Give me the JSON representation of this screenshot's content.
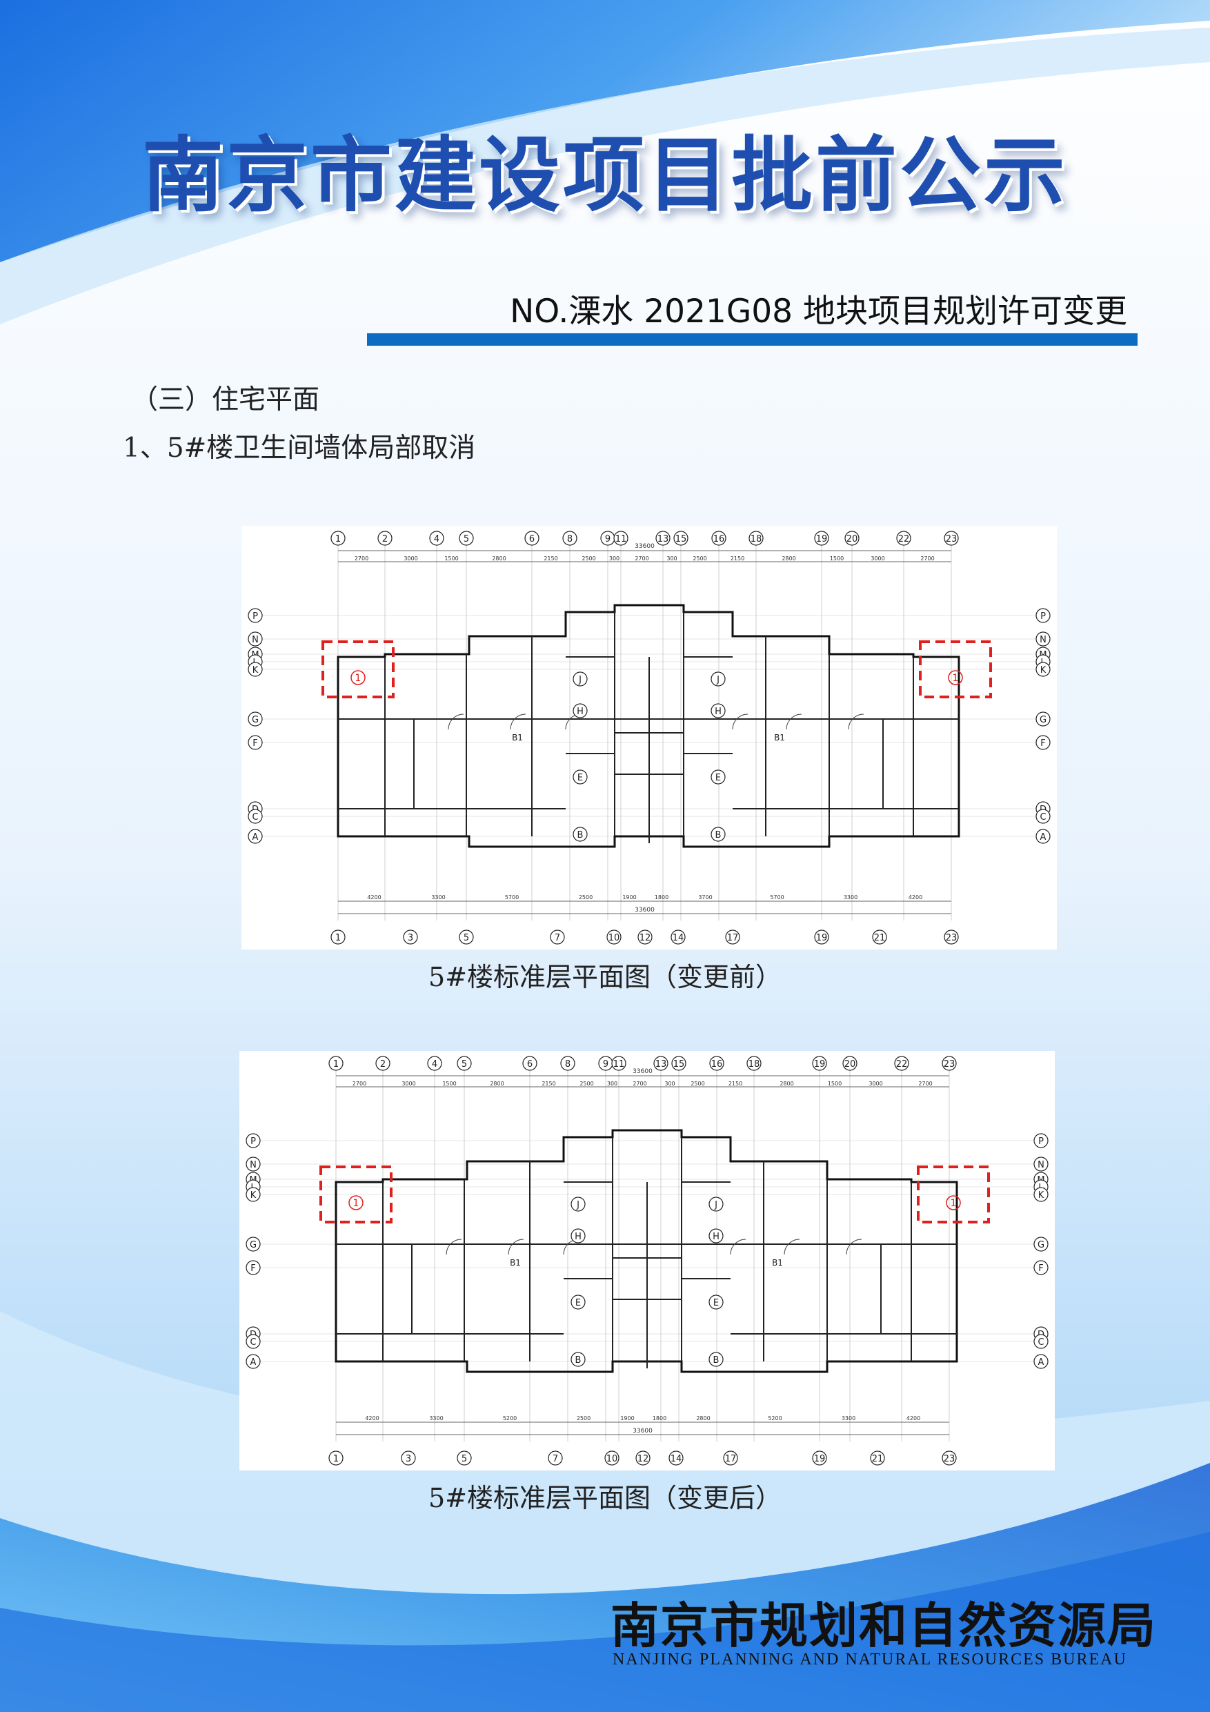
{
  "poster": {
    "title": "南京市建设项目批前公示",
    "project_no": "NO.溧水 2021G08 地块项目规划许可变更",
    "section_heading": "（三）住宅平面",
    "item_heading": "1、5#楼卫生间墙体局部取消",
    "colors": {
      "primary_blue": "#1e4fb0",
      "bar_blue": "#0c6cc4",
      "highlight_red": "#e0201c"
    }
  },
  "drawings": [
    {
      "caption": "5#楼标准层平面图（变更前）",
      "top_axes": [
        "1",
        "2",
        "4",
        "5",
        "6",
        "8",
        "9",
        "11",
        "13",
        "15",
        "16",
        "18",
        "19",
        "20",
        "22",
        "23"
      ],
      "bottom_axes": [
        "1",
        "3",
        "5",
        "7",
        "10",
        "12",
        "14",
        "17",
        "19",
        "21",
        "23"
      ],
      "side_axes": [
        "P",
        "N",
        "M",
        "L",
        "K",
        "G",
        "F",
        "D",
        "C",
        "A"
      ],
      "dims_top": [
        "2700",
        "3000",
        "1500",
        "2800",
        "2150",
        "2500",
        "300",
        "2700",
        "300",
        "2500",
        "2150",
        "2800",
        "1500",
        "3000",
        "2700"
      ],
      "dims_bottom": [
        "4200",
        "3300",
        "5700",
        "2500",
        "1900",
        "1800",
        "3700",
        "5700",
        "3300",
        "4200"
      ],
      "overall": "33600",
      "unit_label": "B1",
      "markers": [
        "B",
        "E",
        "H",
        "J"
      ],
      "highlight": "1"
    },
    {
      "caption": "5#楼标准层平面图（变更后）",
      "top_axes": [
        "1",
        "2",
        "4",
        "5",
        "6",
        "8",
        "9",
        "11",
        "13",
        "15",
        "16",
        "18",
        "19",
        "20",
        "22",
        "23"
      ],
      "bottom_axes": [
        "1",
        "3",
        "5",
        "7",
        "10",
        "12",
        "14",
        "17",
        "19",
        "21",
        "23"
      ],
      "side_axes": [
        "P",
        "N",
        "M",
        "L",
        "K",
        "G",
        "F",
        "D",
        "C",
        "A"
      ],
      "dims_top": [
        "2700",
        "3000",
        "1500",
        "2800",
        "2150",
        "2500",
        "300",
        "2700",
        "300",
        "2500",
        "2150",
        "2800",
        "1500",
        "3000",
        "2700"
      ],
      "dims_bottom": [
        "4200",
        "3300",
        "5200",
        "2500",
        "1900",
        "1800",
        "2800",
        "5200",
        "3300",
        "4200"
      ],
      "overall": "33600",
      "unit_label": "B1",
      "markers": [
        "B",
        "E",
        "H",
        "J"
      ],
      "highlight": "1"
    }
  ],
  "footer": {
    "org_cn": "南京市规划和自然资源局",
    "org_en": "NANJING PLANNING AND NATURAL RESOURCES BUREAU"
  }
}
